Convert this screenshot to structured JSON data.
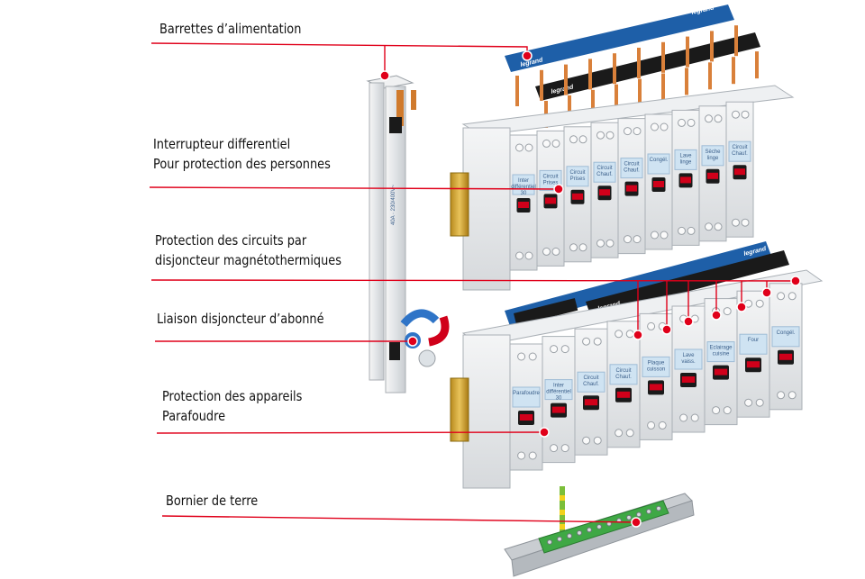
{
  "callouts": [
    {
      "id": "barrettes",
      "lines": [
        "Barrettes d’alimentation"
      ]
    },
    {
      "id": "interrupteur",
      "lines": [
        "Interrupteur differentiel",
        "Pour protection des personnes"
      ]
    },
    {
      "id": "disjoncteurs",
      "lines": [
        "Protection des circuits par",
        "disjoncteur magnétothermiques"
      ]
    },
    {
      "id": "liaison",
      "lines": [
        "Liaison disjoncteur d’abonné"
      ]
    },
    {
      "id": "parafoudre",
      "lines": [
        "Protection des appareils",
        "Parafoudre"
      ]
    },
    {
      "id": "bornier",
      "lines": [
        "Bornier de terre"
      ]
    }
  ],
  "brand": "legrand",
  "upper_row_labels": [
    "Inter différentiel 30 mA",
    "Circuit Prises",
    "Circuit Prises",
    "Circuit Chauf.",
    "Circuit Chauf.",
    "Congél.",
    "Lave linge",
    "Sèche linge",
    "Circuit Chauf."
  ],
  "lower_row_labels": [
    "Parafoudre",
    "Inter différentiel 30 mA",
    "Circuit Chauf.",
    "Circuit Chauf.",
    "Plaque cuisson",
    "Lave vaiss.",
    "Eclairage cuisine",
    "Four",
    "Congél."
  ],
  "colors": {
    "callout_line": "#e0001a",
    "comb_blue": "#1e5fa8",
    "comb_black": "#1a1a1a",
    "copper": "#d9803a",
    "module_grey": "#e8eaec",
    "module_label": "#cfe3f2",
    "handle_red": "#d0001a",
    "bornier_green": "#3fa845"
  }
}
